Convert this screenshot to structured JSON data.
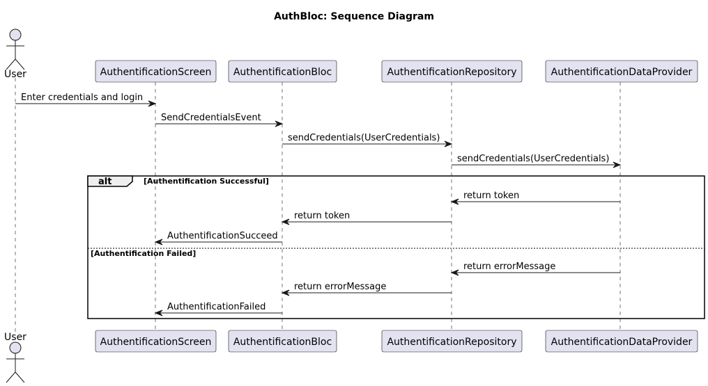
{
  "title": "AuthBloc: Sequence Diagram",
  "colors": {
    "participant_fill": "#E2E2F0",
    "participant_stroke": "#181818",
    "line": "#181818",
    "background": "#FFFFFF"
  },
  "participants": [
    {
      "id": "user",
      "label": "User",
      "kind": "actor"
    },
    {
      "id": "screen",
      "label": "AuthentificationScreen",
      "kind": "box"
    },
    {
      "id": "bloc",
      "label": "AuthentificationBloc",
      "kind": "box"
    },
    {
      "id": "repo",
      "label": "AuthentificationRepository",
      "kind": "box"
    },
    {
      "id": "provider",
      "label": "AuthentificationDataProvider",
      "kind": "box"
    }
  ],
  "messages": [
    {
      "from": "user",
      "to": "screen",
      "label": "Enter credentials and login"
    },
    {
      "from": "screen",
      "to": "bloc",
      "label": "SendCredentialsEvent"
    },
    {
      "from": "bloc",
      "to": "repo",
      "label": "sendCredentials(UserCredentials)"
    },
    {
      "from": "repo",
      "to": "provider",
      "label": "sendCredentials(UserCredentials)"
    }
  ],
  "alt": {
    "keyword": "alt",
    "branches": [
      {
        "guard": "[Authentification Successful]",
        "messages": [
          {
            "from": "provider",
            "to": "repo",
            "label": "return token"
          },
          {
            "from": "repo",
            "to": "bloc",
            "label": "return token"
          },
          {
            "from": "bloc",
            "to": "screen",
            "label": "AuthentificationSucceed"
          }
        ]
      },
      {
        "guard": "[Authentification Failed]",
        "messages": [
          {
            "from": "provider",
            "to": "repo",
            "label": "return errorMessage"
          },
          {
            "from": "repo",
            "to": "bloc",
            "label": "return errorMessage"
          },
          {
            "from": "bloc",
            "to": "screen",
            "label": "AuthentificationFailed"
          }
        ]
      }
    ]
  }
}
